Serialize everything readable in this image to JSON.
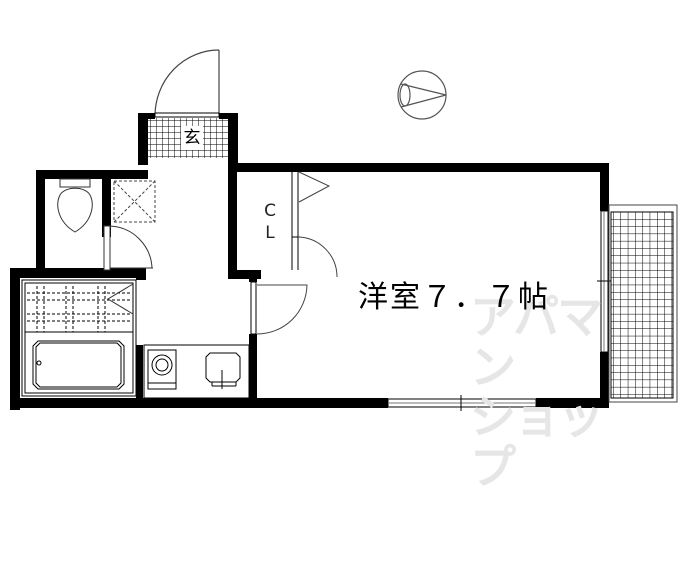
{
  "floorplan": {
    "main_room": {
      "label": "洋室７．７帖",
      "type": "Western-style room",
      "size_jo": 7.7
    },
    "genkan": {
      "label": "玄"
    },
    "closet": {
      "label_line1": "C",
      "label_line2": "L"
    },
    "rooms": [
      {
        "name": "genkan",
        "label": "玄"
      },
      {
        "name": "toilet"
      },
      {
        "name": "bathroom"
      },
      {
        "name": "kitchen"
      },
      {
        "name": "closet",
        "label": "CL"
      },
      {
        "name": "western-room",
        "label": "洋室７．７帖"
      },
      {
        "name": "balcony"
      }
    ],
    "compass": {
      "icon": "north-arrow-icon",
      "direction": "east"
    },
    "watermark": {
      "line1": "アパマン",
      "line2": "ショップ"
    }
  },
  "colors": {
    "wall": "#000000",
    "fixture_line": "#333333",
    "watermark": "#e6e6e6",
    "background": "#ffffff"
  }
}
